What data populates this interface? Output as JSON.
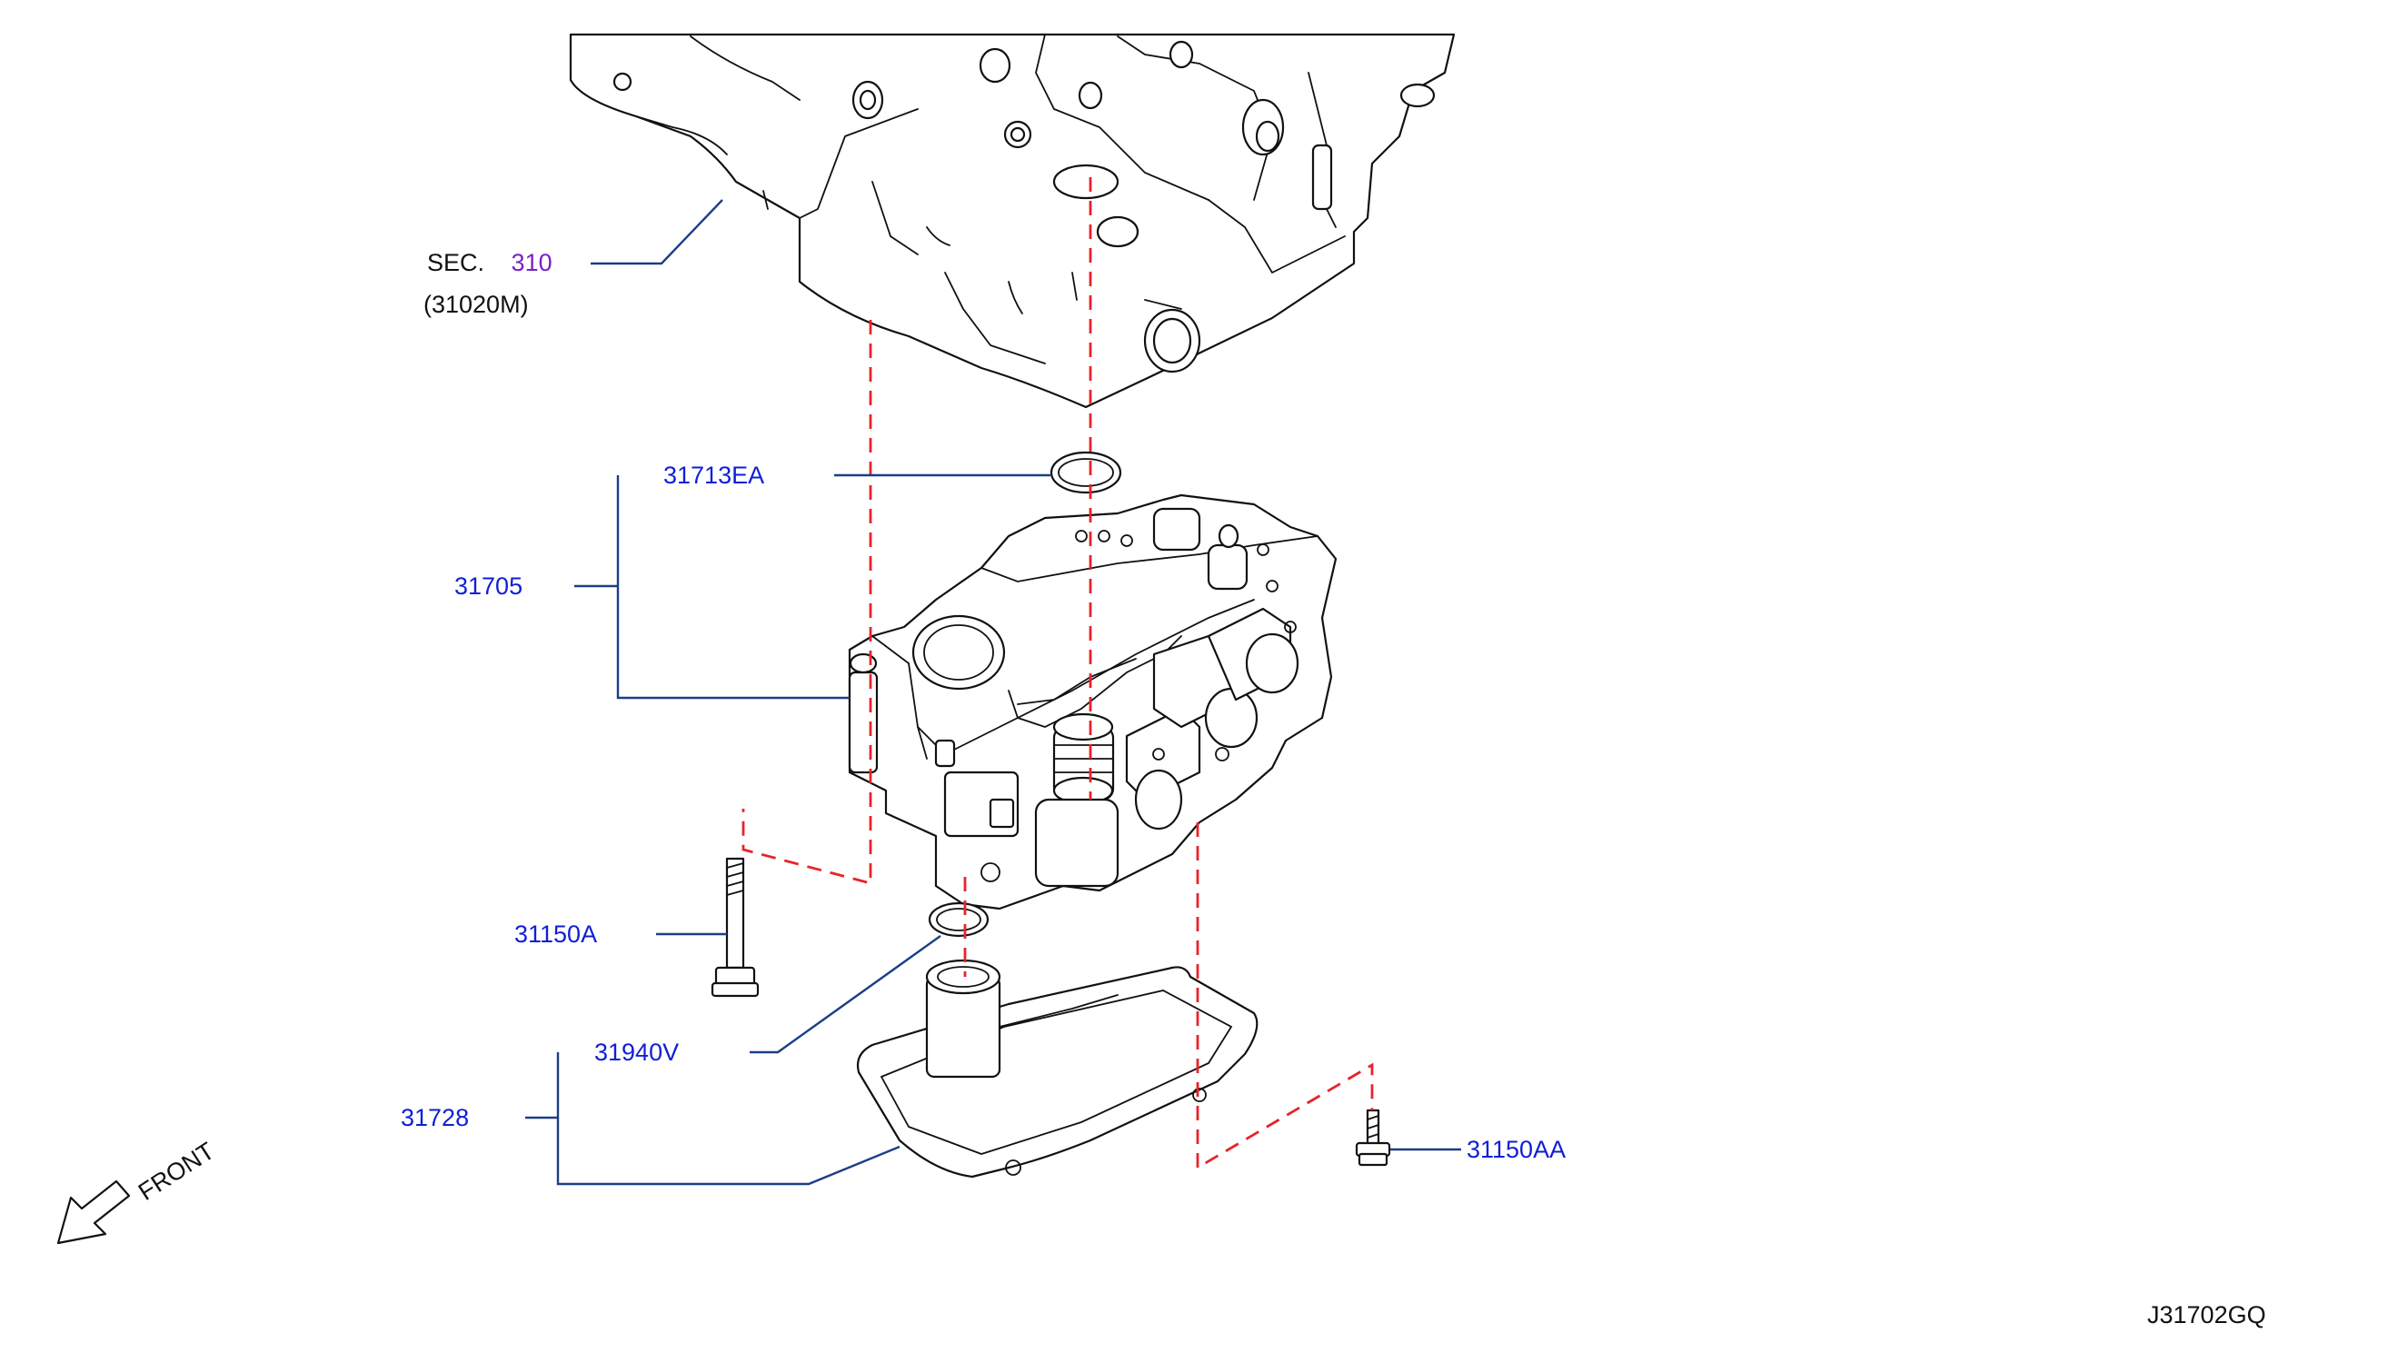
{
  "sec_prefix": "SEC.",
  "sec_number": "310",
  "sec_sub": "(31020M)",
  "diagram_code": "J31702GQ",
  "front_label": "FRONT",
  "colors": {
    "label": "#0f1fd6",
    "sec_number": "#7a1fc7",
    "leader": "#1b3e86",
    "dashed": "#e8232a",
    "line": "#111111"
  },
  "parts": [
    {
      "id": "31713EA"
    },
    {
      "id": "31705"
    },
    {
      "id": "31150A"
    },
    {
      "id": "31940V"
    },
    {
      "id": "31728"
    },
    {
      "id": "31150AA"
    }
  ]
}
